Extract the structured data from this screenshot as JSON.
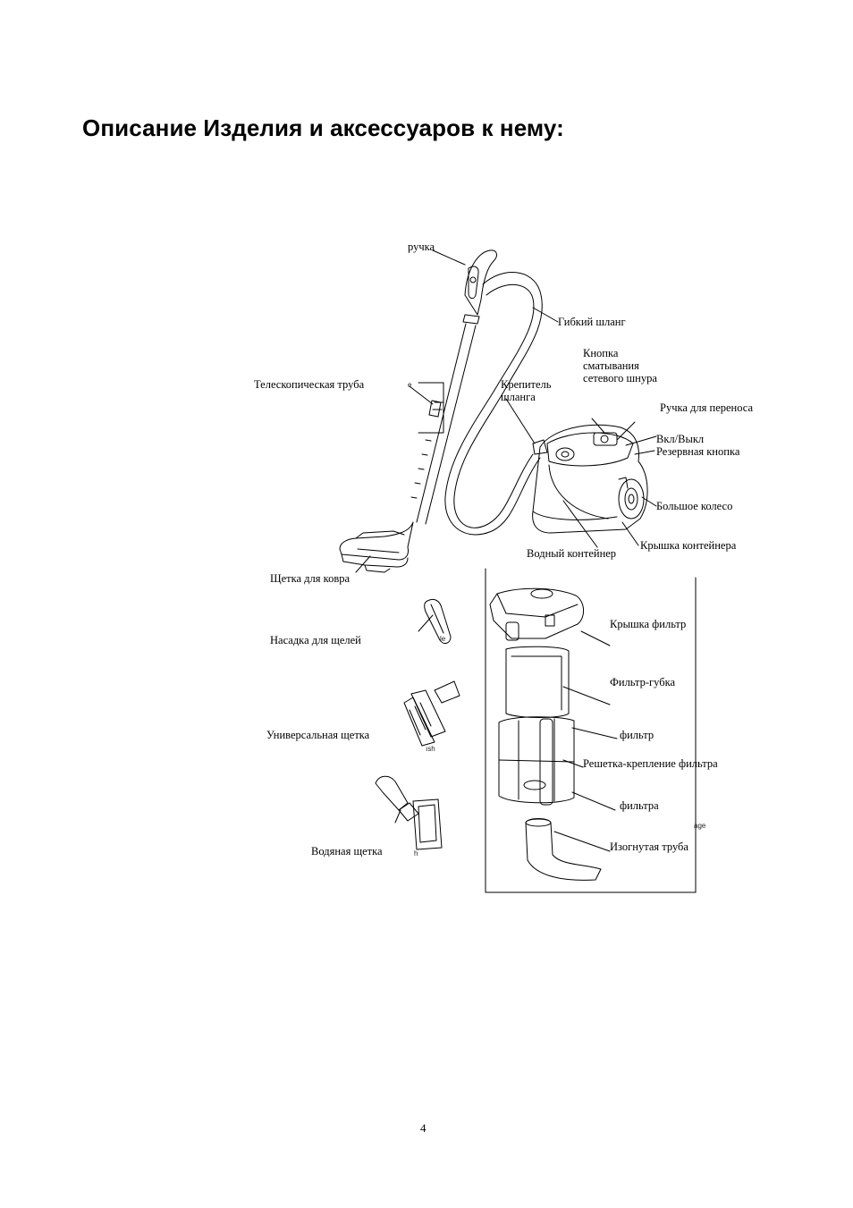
{
  "page": {
    "title": "Описание Изделия и аксессуаров к нему:",
    "page_number": "4"
  },
  "labels": {
    "handle": "ручка",
    "flexible_hose": "Гибкий шланг",
    "cord_rewind_button_1": "Кнопка",
    "cord_rewind_button_2": "сматывания",
    "cord_rewind_button_3": "сетевого шнура",
    "telescopic_tube": "Телескопическая труба",
    "hose_connector_1": "Крепитель",
    "hose_connector_2": "шланга",
    "carry_handle": "Ручка для переноса",
    "power_switch": "Вкл/Выкл",
    "reserve_button": "Резервная кнопка",
    "big_wheel": "Большое колесо",
    "container_cover": "Крышка контейнера",
    "water_container": "Водный контейнер",
    "carpet_brush": "Щетка для ковра",
    "crevice_nozzle": "Насадка для щелей",
    "universal_brush": "Универсальная щетка",
    "water_brush": "Водяная щетка",
    "filter_cover": "Крышка фильтр",
    "sponge_filter": "Фильтр-губка",
    "filter": "фильтр",
    "filter_grid": "Решетка-крепление фильтра",
    "filter_2": "фильтра",
    "bent_tube": "Изогнутая труба"
  },
  "fragments": {
    "e": "e",
    "le": "le",
    "ish": "ısh",
    "h": "h",
    "age": "age"
  }
}
